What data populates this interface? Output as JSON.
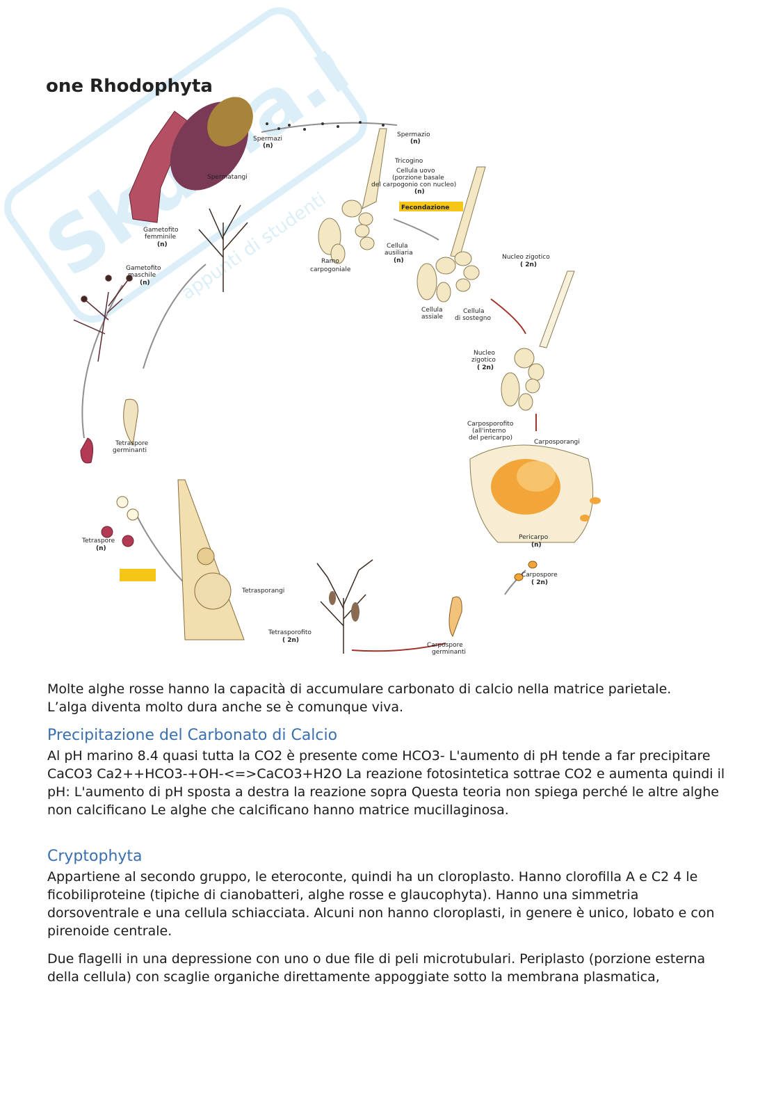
{
  "figure": {
    "title": "one Rhodophyta",
    "labels": {
      "spermazi": "Spermazi",
      "spermazi_ploidy": "(n)",
      "spermatangi": "Spermatangi",
      "spermazio": "Spermazio",
      "spermazio_ploidy": "(n)",
      "tricogino": "Tricogino",
      "cellula_uovo_1": "Cellula uovo",
      "cellula_uovo_2": "(porzione basale",
      "cellula_uovo_3": "del carpogonio con nucleo)",
      "cellula_uovo_ploidy": "(n)",
      "fecondazione": "Fecondazione",
      "gametofito_f_1": "Gametofito",
      "gametofito_f_2": "femminile",
      "gametofito_f_ploidy": "(n)",
      "gametofito_m_1": "Gametofito",
      "gametofito_m_2": "maschile",
      "gametofito_m_ploidy": "(n)",
      "ramo_1": "Ramo",
      "ramo_2": "carpogoniale",
      "cellula_aus_1": "Cellula",
      "cellula_aus_2": "ausiliaria",
      "cellula_aus_ploidy": "(n)",
      "nucleo_zig_1": "Nucleo zigotico",
      "nucleo_zig_ploidy": "( 2n)",
      "cellula_assiale_1": "Cellula",
      "cellula_assiale_2": "assiale",
      "cellula_sost_1": "Cellula",
      "cellula_sost_2": "di sostegno",
      "nucleo_zig2_1": "Nucleo",
      "nucleo_zig2_2": "zigotico",
      "nucleo_zig2_ploidy": "( 2n)",
      "carposporofito_1": "Carposporofito",
      "carposporofito_2": "(all'interno",
      "carposporofito_3": "del pericarpo)",
      "carposporangi": "Carposporangi",
      "pericarpo": "Pericarpo",
      "pericarpo_ploidy": "(n)",
      "carpospore": "Carpospore",
      "carpospore_ploidy": "( 2n)",
      "carpospore_germ_1": "Carpospore",
      "carpospore_germ_2": "germinanti",
      "tetrasporofito": "Tetrasporofito",
      "tetrasporofito_ploidy": "( 2n)",
      "tetrasporangi": "Tetrasporangi",
      "tetraspore": "Tetraspore",
      "tetraspore_ploidy": "(n)",
      "tetraspore_germ_1": "Tetraspore",
      "tetraspore_germ_2": "germinanti"
    }
  },
  "watermark": {
    "main": "Skuola.net",
    "sub": "appunti di studenti"
  },
  "body": {
    "p1_line1": "Molte alghe rosse hanno la capacità di accumulare carbonato di calcio nella matrice parietale.",
    "p1_line2": "L’alga diventa molto dura anche se è comunque viva.",
    "h1": "Precipitazione del Carbonato di Calcio",
    "p2": " Al pH marino 8.4 quasi tutta la CO2 è presente come HCO3- L'aumento di pH tende a far precipitare CaCO3 Ca2++HCO3-+OH-<=>CaCO3+H2O La reazione fotosintetica sottrae CO2 e aumenta quindi il pH: L'aumento di pH sposta a destra la reazione sopra Questa teoria non spiega perché le altre alghe non calcificano Le alghe che calcificano hanno matrice mucillaginosa.",
    "h2": "Cryptophyta",
    "p3": "Appartiene al secondo gruppo, le eteroconte, quindi ha un cloroplasto. Hanno clorofilla A e C2 4 le ficobiliproteine (tipiche di cianobatteri, alghe rosse e glaucophyta). Hanno una simmetria dorsoventrale e una cellula schiacciata. Alcuni non hanno cloroplasti, in genere è unico, lobato e con pirenoide centrale.",
    "p4": "Due flagelli in una depressione con uno o due file di peli microtubulari. Periplasto (porzione esterna della cellula) con scaglie organiche direttamente appoggiate sotto la membrana plasmatica,"
  }
}
